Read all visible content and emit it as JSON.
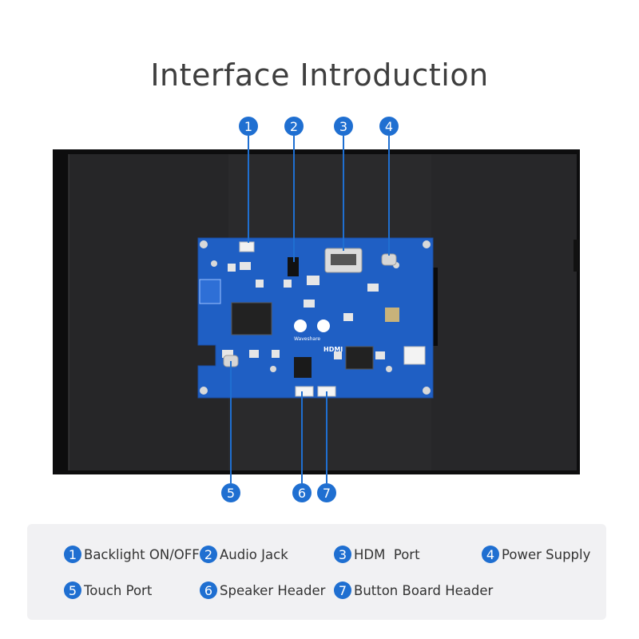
{
  "title": "Interface Introduction",
  "callouts": [
    {
      "number": "1",
      "label": "Backlight ON/OFF"
    },
    {
      "number": "2",
      "label": "Audio Jack"
    },
    {
      "number": "3",
      "label": "HDM  Port"
    },
    {
      "number": "4",
      "label": "Power Supply"
    },
    {
      "number": "5",
      "label": "Touch Port"
    },
    {
      "number": "6",
      "label": "Speaker Header"
    },
    {
      "number": "7",
      "label": "Button Board Header"
    }
  ],
  "board": {
    "logo_text": "Waveshare",
    "hdmi_text": "HDMI"
  },
  "colors": {
    "accent": "#1f6fd1",
    "title": "#3e3e3e",
    "legend_bg": "#f1f1f3",
    "board": "#1f5fc4",
    "panel": "#1e1e20"
  }
}
